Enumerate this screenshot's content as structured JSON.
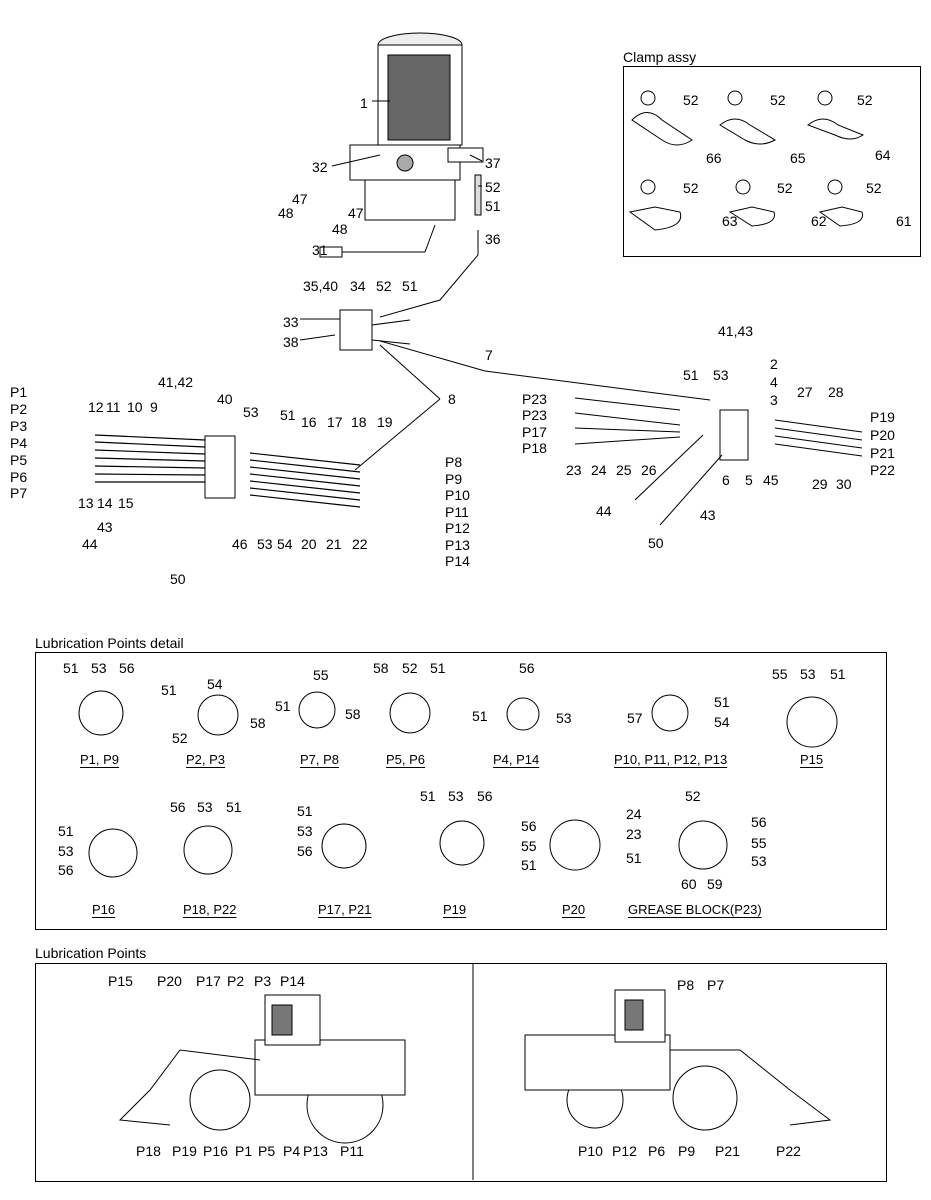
{
  "main_diagram": {
    "callouts": [
      "1",
      "32",
      "37",
      "47",
      "48",
      "52",
      "51",
      "47",
      "48",
      "31",
      "36",
      "35,40",
      "34",
      "52",
      "51",
      "33",
      "38",
      "7",
      "41,43",
      "2",
      "4",
      "3",
      "51",
      "53",
      "27",
      "28",
      "P23",
      "P23",
      "P17",
      "P18",
      "P19",
      "P20",
      "P21",
      "P22",
      "23",
      "24",
      "25",
      "26",
      "6",
      "5",
      "45",
      "29",
      "30",
      "44",
      "43",
      "50",
      "41,42",
      "40",
      "8",
      "53",
      "51",
      "12",
      "11",
      "10",
      "9",
      "16",
      "17",
      "18",
      "19",
      "P1",
      "P2",
      "P3",
      "P4",
      "P5",
      "P6",
      "P7",
      "P8",
      "P9",
      "P10",
      "P11",
      "P12",
      "P13",
      "P14",
      "13",
      "14",
      "15",
      "43",
      "44",
      "46",
      "53",
      "54",
      "20",
      "21",
      "22",
      "50"
    ]
  },
  "clamp_assy": {
    "title": "Clamp assy",
    "callouts": [
      "52",
      "52",
      "52",
      "66",
      "65",
      "64",
      "52",
      "52",
      "52",
      "63",
      "62",
      "61"
    ]
  },
  "lubrication_detail": {
    "title": "Lubrication Points detail",
    "captions": [
      "P1, P9",
      "P2, P3",
      "P7, P8",
      "P5, P6",
      "P4, P14",
      "P10, P11, P12, P13",
      "P15",
      "P16",
      "P18, P22",
      "P17, P21",
      "P19",
      "P20",
      "GREASE BLOCK(P23)"
    ],
    "callouts": [
      "51",
      "53",
      "56",
      "51",
      "54",
      "58",
      "52",
      "55",
      "51",
      "58",
      "58",
      "52",
      "51",
      "56",
      "51",
      "53",
      "57",
      "51",
      "54",
      "55",
      "53",
      "51",
      "51",
      "53",
      "56",
      "56",
      "53",
      "51",
      "51",
      "53",
      "56",
      "51",
      "53",
      "56",
      "56",
      "55",
      "51",
      "52",
      "24",
      "23",
      "51",
      "56",
      "55",
      "53",
      "60",
      "59"
    ]
  },
  "lubrication_points": {
    "title": "Lubrication Points",
    "left_callouts": [
      "P15",
      "P20",
      "P17",
      "P2",
      "P3",
      "P14",
      "P18",
      "P19",
      "P16",
      "P1",
      "P5",
      "P4",
      "P13",
      "P11"
    ],
    "right_callouts": [
      "P8",
      "P7",
      "P10",
      "P12",
      "P6",
      "P9",
      "P21",
      "P22"
    ]
  }
}
